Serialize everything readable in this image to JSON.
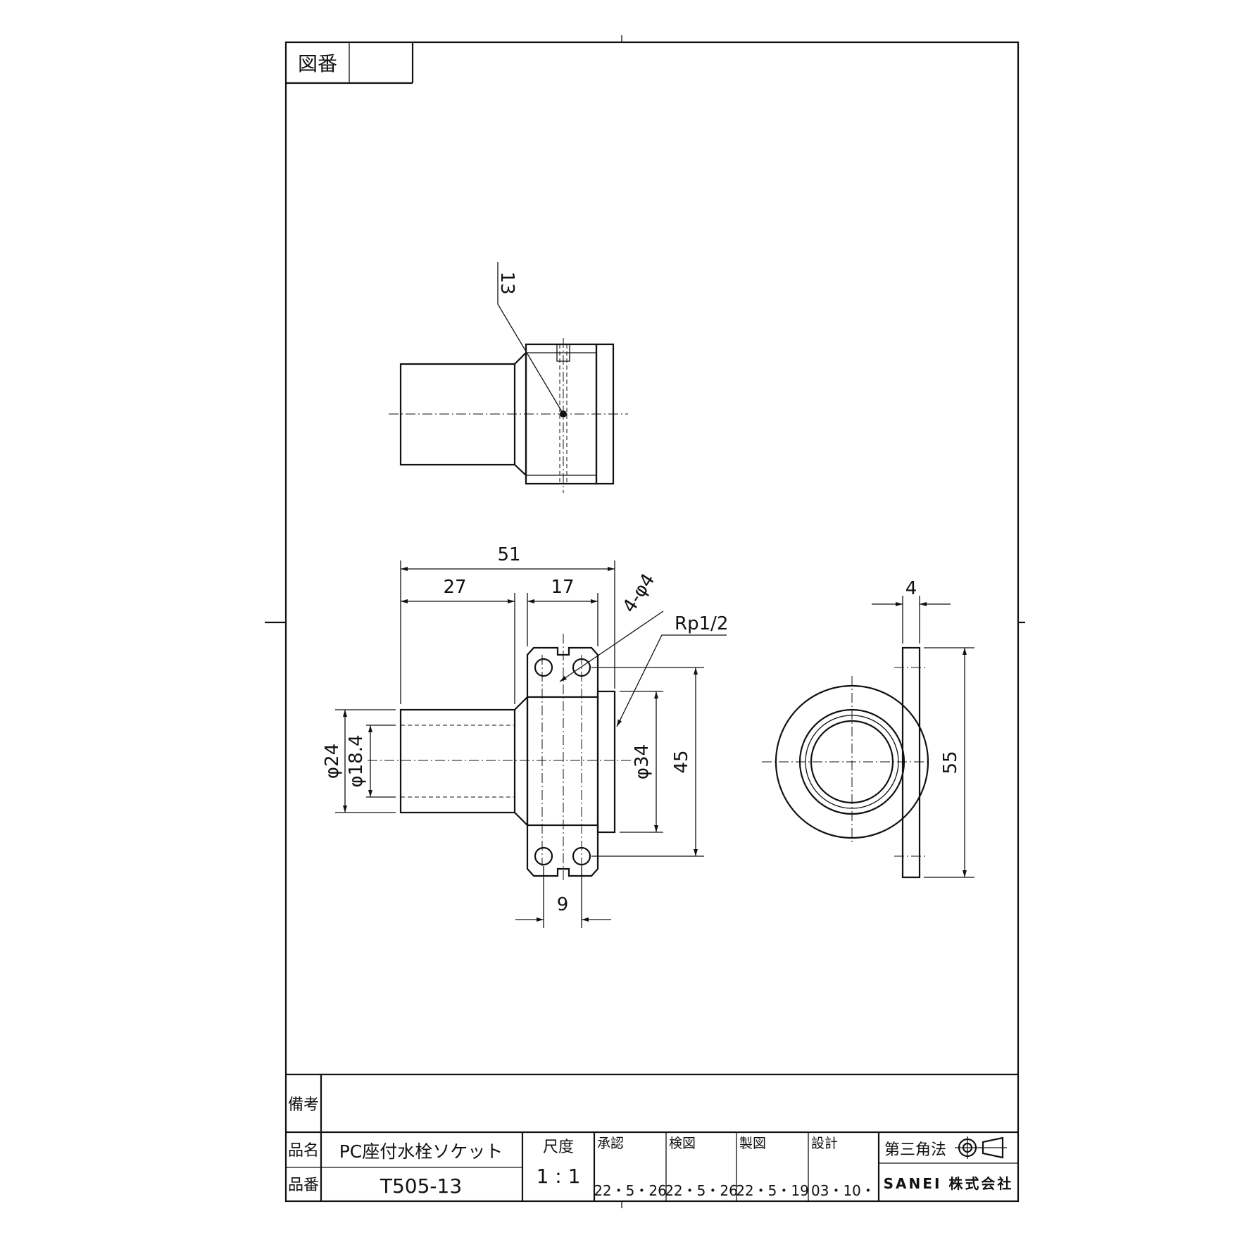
{
  "frame": {
    "drawing_number_label": "図番",
    "drawing_number_value": ""
  },
  "dimensions": {
    "top_view_leader": "13",
    "overall_length": "51",
    "spigot_length": "27",
    "flange_width": "17",
    "holes": "4-φ4",
    "thread": "Rp1/2",
    "od_spigot": "φ24",
    "id_spigot": "φ18.4",
    "seat_diameter": "φ34",
    "hole_pitch_vertical": "45",
    "hole_pitch_horizontal": "9",
    "plate_thickness": "4",
    "plate_height": "55"
  },
  "title_block": {
    "remarks_label": "備考",
    "remarks_value": "",
    "name_label": "品名",
    "name_value": "PC座付水栓ソケット",
    "number_label": "品番",
    "number_value": "T505-13",
    "scale_label": "尺度",
    "scale_value": "1 : 1",
    "approve_label": "承認",
    "approve_date": "22・5・26",
    "check_label": "検図",
    "check_date": "22・5・26",
    "draw_label": "製図",
    "draw_date": "22・5・19",
    "design_label": "設計",
    "design_date": "03・10・",
    "projection_label": "第三角法",
    "company": "SANEI 株式会社"
  }
}
